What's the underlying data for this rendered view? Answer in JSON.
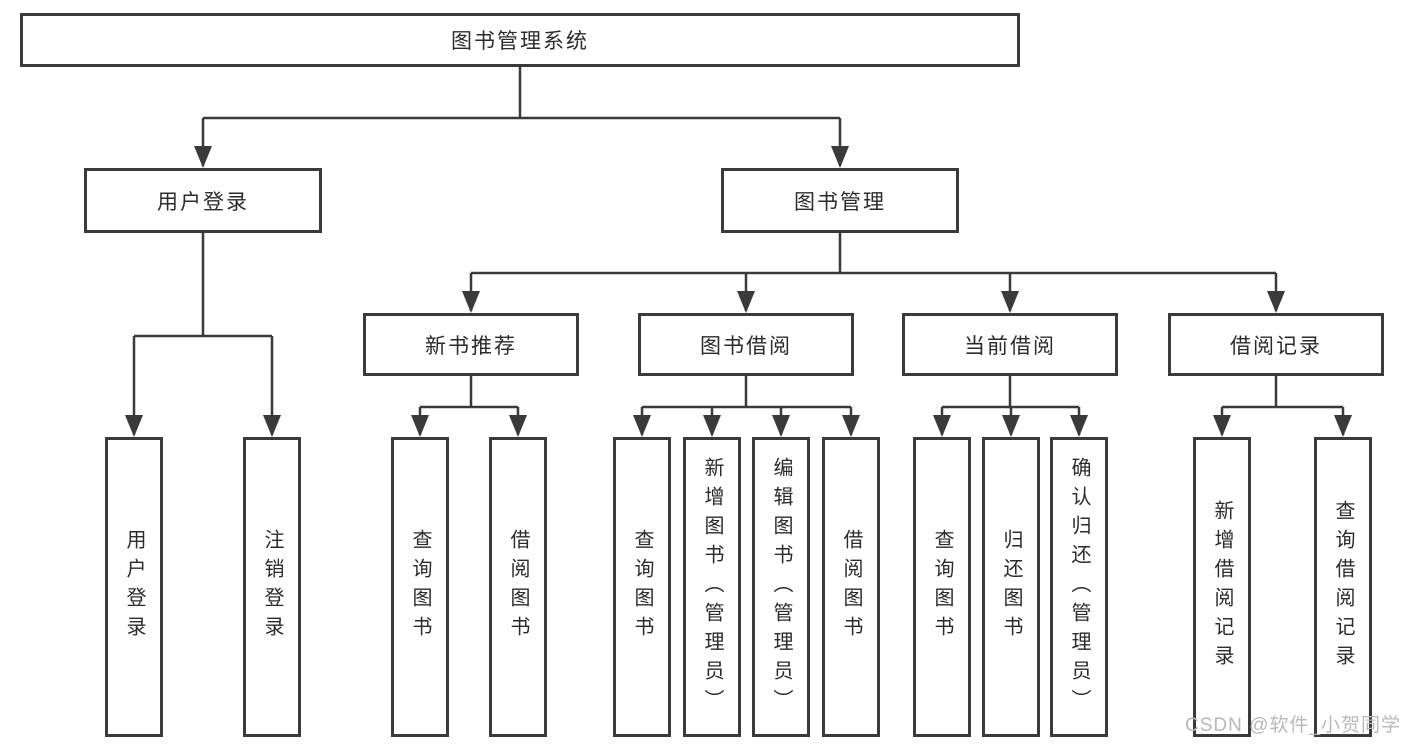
{
  "colors": {
    "line": "#3a3a3a",
    "box_border": "#3a3a3a",
    "text": "#2b2b2b",
    "watermark": "#b9b9b9",
    "background": "#ffffff"
  },
  "tree": {
    "root": {
      "label": "图书管理系统"
    },
    "level2": [
      {
        "label": "用户登录"
      },
      {
        "label": "图书管理"
      }
    ],
    "level3": [
      {
        "label": "新书推荐",
        "parent": "图书管理"
      },
      {
        "label": "图书借阅",
        "parent": "图书管理"
      },
      {
        "label": "当前借阅",
        "parent": "图书管理"
      },
      {
        "label": "借阅记录",
        "parent": "图书管理"
      }
    ],
    "leaves": [
      {
        "label": "用户登录",
        "parent": "用户登录"
      },
      {
        "label": "注销登录",
        "parent": "用户登录"
      },
      {
        "label": "查询图书",
        "parent": "新书推荐"
      },
      {
        "label": "借阅图书",
        "parent": "新书推荐"
      },
      {
        "label": "查询图书",
        "parent": "图书借阅"
      },
      {
        "label": "新增图书（管理员）",
        "parent": "图书借阅"
      },
      {
        "label": "编辑图书（管理员）",
        "parent": "图书借阅"
      },
      {
        "label": "借阅图书",
        "parent": "图书借阅"
      },
      {
        "label": "查询图书",
        "parent": "当前借阅"
      },
      {
        "label": "归还图书",
        "parent": "当前借阅"
      },
      {
        "label": "确认归还（管理员）",
        "parent": "当前借阅"
      },
      {
        "label": "新增借阅记录",
        "parent": "借阅记录"
      },
      {
        "label": "查询借阅记录",
        "parent": "借阅记录"
      }
    ]
  },
  "watermark": {
    "text": "CSDN @软件_小贺同学"
  }
}
